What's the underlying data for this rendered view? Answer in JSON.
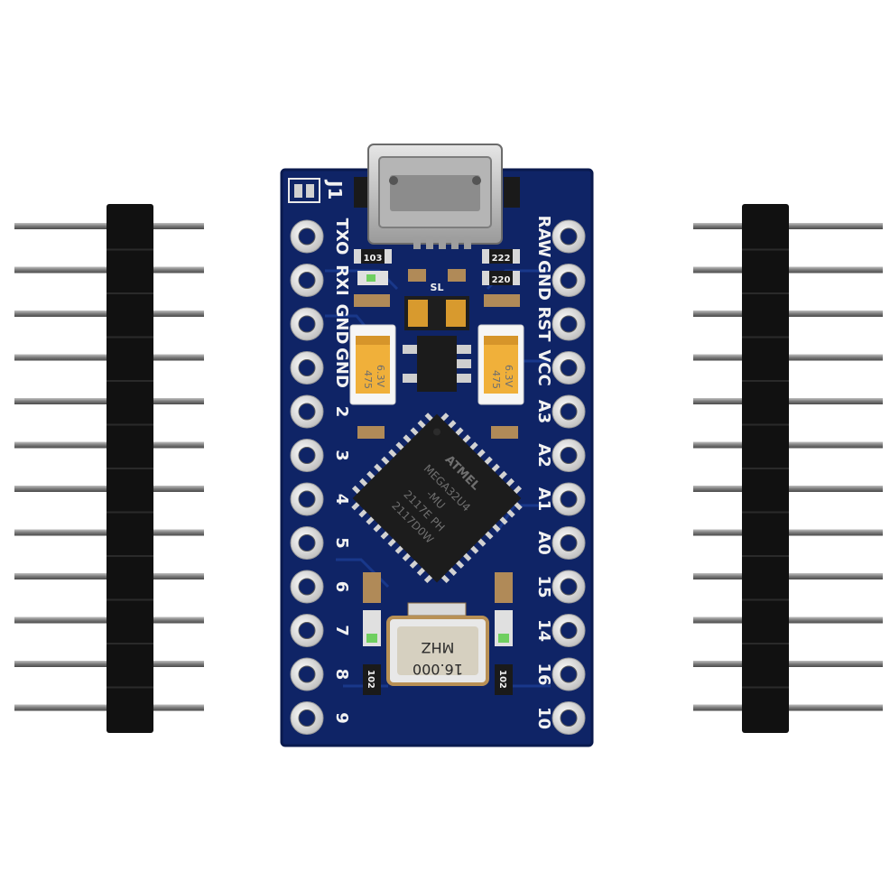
{
  "pcb": {
    "header_label": "J1",
    "left_pins": [
      "TXO",
      "RXI",
      "GND",
      "GND",
      "2",
      "3",
      "4",
      "5",
      "6",
      "7",
      "8",
      "9"
    ],
    "right_pins": [
      "RAW",
      "GND",
      "RST",
      "VCC",
      "A3",
      "A2",
      "A1",
      "A0",
      "15",
      "14",
      "16",
      "10"
    ]
  },
  "mcu": {
    "logo": "ATMEL",
    "lines": [
      "MEGA32U4",
      "-MU",
      "2117E  PH",
      "2117D0W"
    ]
  },
  "crystal": {
    "lines": [
      "MHZ",
      "16.000"
    ]
  },
  "capacitors": {
    "left": [
      "475",
      "6.3V"
    ],
    "right": [
      "475",
      "6.3V"
    ]
  },
  "resistors": {
    "r1": "103",
    "r2": "222",
    "r3": "220",
    "r4": "102",
    "r5": "102"
  },
  "regulator": {
    "label": "SL"
  },
  "colors": {
    "pcb": "#0f2466",
    "pcb_edge": "#0a1a4e",
    "pad": "#e4e4e4",
    "chip": "#1c1c1c",
    "tantalum": "#f0b03a",
    "header_plastic": "#111111",
    "pin_metal": "#8a8a8a",
    "usb_metal": "#c9c9c9",
    "led": "#d8e8d0"
  }
}
